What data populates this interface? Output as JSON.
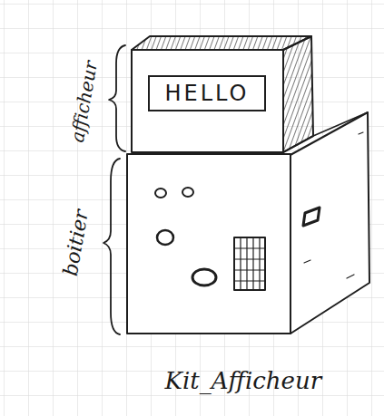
{
  "diagram": {
    "caption": "Kit_Afficheur",
    "nodes": [
      {
        "text": [
          "HELLO"
        ]
      }
    ],
    "labels": [
      "afficheur",
      "boitier"
    ]
  }
}
